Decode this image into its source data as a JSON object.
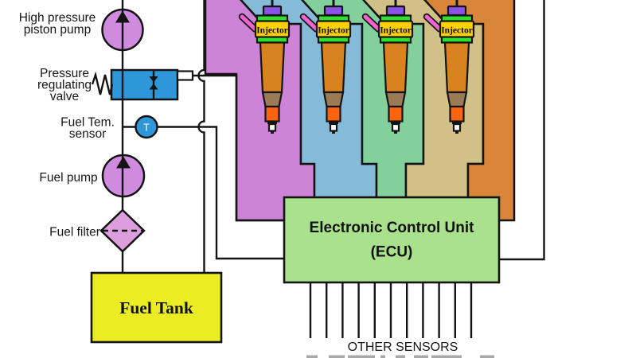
{
  "labels": {
    "hp_pump": [
      "High pressure",
      "piston pump"
    ],
    "pressure_valve": [
      "Pressure",
      "regulating",
      "valve"
    ],
    "fuel_temp_sensor": [
      "Fuel Tem.",
      "sensor"
    ],
    "temp_symbol": "T",
    "fuel_pump": "Fuel pump",
    "fuel_filter": "Fuel filter",
    "fuel_tank": "Fuel Tank",
    "ecu": [
      "Electronic Control Unit",
      "(ECU)"
    ],
    "other_sensors": "OTHER SENSORS"
  },
  "injectors": {
    "label": "Injector",
    "count": 4
  },
  "colors": {
    "line": "#141414",
    "cyl1": "#ce84d6",
    "cyl2": "#85bad8",
    "cyl3": "#83d09c",
    "cyl4": "#d2c186",
    "engine": "#d9853a",
    "ecu": "#aae18c",
    "tank": "#ecec25",
    "pump": "#cf8cdf",
    "filter": "#dd9edd",
    "valve_blue": "#2e97d9",
    "inj_cap": "#8a52e8",
    "inj_ring": "#2fe22f",
    "inj_plate": "#ffd104",
    "inj_body": "#d8831f",
    "inj_lower": "#9b7a56",
    "inj_tip": "#fe6410",
    "pipe_pink": "#f163d0"
  }
}
